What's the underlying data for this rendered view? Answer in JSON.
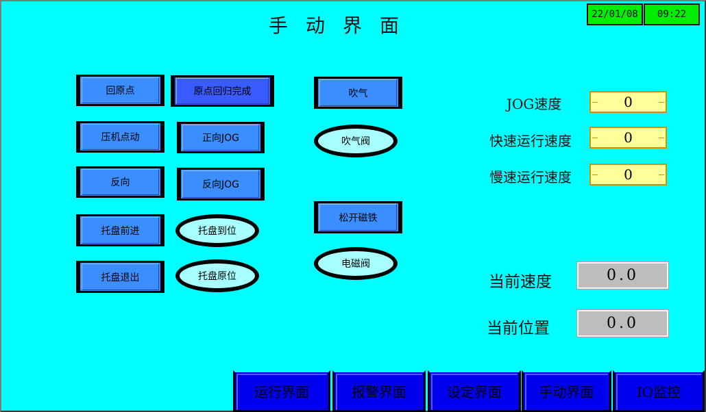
{
  "header": {
    "title": "手动界面",
    "date": "22/01/08",
    "time": "09:22"
  },
  "buttons": {
    "home": "回原点",
    "home_done": "原点回归完成",
    "press_jog": "压机点动",
    "forward_jog": "正向JOG",
    "reverse": "反向",
    "reverse_jog": "反向JOG",
    "pallet_forward": "托盘前进",
    "pallet_retreat": "托盘退出",
    "blow": "吹气",
    "release_magnet": "松开磁铁"
  },
  "indicators": {
    "pallet_arrived": "托盘到位",
    "pallet_origin": "托盘原位",
    "blow_valve": "吹气阀",
    "solenoid_valve": "电磁阀"
  },
  "speeds": {
    "jog_label": "JOG速度",
    "jog_value": "0",
    "fast_label": "快速运行速度",
    "fast_value": "0",
    "slow_label": "慢速运行速度",
    "slow_value": "0"
  },
  "status": {
    "current_speed_label": "当前速度",
    "current_speed_value": "0.0",
    "current_position_label": "当前位置",
    "current_position_value": "0.0"
  },
  "nav": [
    {
      "label": "运行界面"
    },
    {
      "label": "报警界面"
    },
    {
      "label": "设定界面"
    },
    {
      "label": "手动界面"
    },
    {
      "label": "IO监控"
    }
  ],
  "colors": {
    "background": "#00ffff",
    "button": "#3a8eff",
    "nav": "#0000ee",
    "clock": "#00ee00",
    "input": "#ffff99"
  }
}
